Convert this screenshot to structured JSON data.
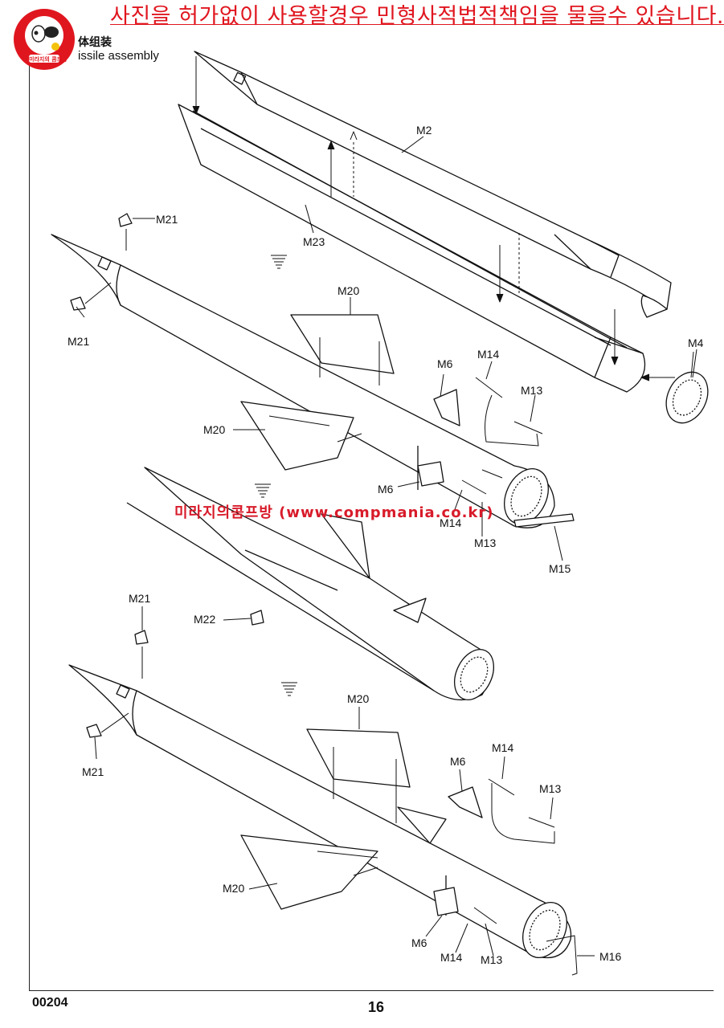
{
  "watermark_text": "사진을 허가없이 사용할경우 민형사적법적책임을 물을수 있습니다.",
  "section": {
    "title_cn": "体组装",
    "title_en": "issile assembly"
  },
  "site_watermark": "미라지의콤프방 (www.compmania.co.kr)",
  "footer": {
    "code": "00204",
    "page": "16"
  },
  "stamp": {
    "text": "미라지의 콤프방"
  },
  "parts": {
    "m2": "M2",
    "m23": "M23",
    "m4": "M4",
    "m21_a": "M21",
    "m21_b": "M21",
    "m20_a": "M20",
    "m20_b": "M20",
    "m6_a": "M6",
    "m6_b": "M6",
    "m14_a": "M14",
    "m14_b": "M14",
    "m13_a": "M13",
    "m13_b": "M13",
    "m15": "M15",
    "m21_c": "M21",
    "m21_d": "M21",
    "m22": "M22",
    "m20_c": "M20",
    "m20_d": "M20",
    "m6_c": "M6",
    "m6_d": "M6",
    "m14_c": "M14",
    "m14_d": "M14",
    "m13_c": "M13",
    "m13_d": "M13",
    "m16": "M16"
  },
  "colors": {
    "watermark": "#e0161f",
    "site_watermark": "#d81b2a",
    "ink": "#111111"
  }
}
